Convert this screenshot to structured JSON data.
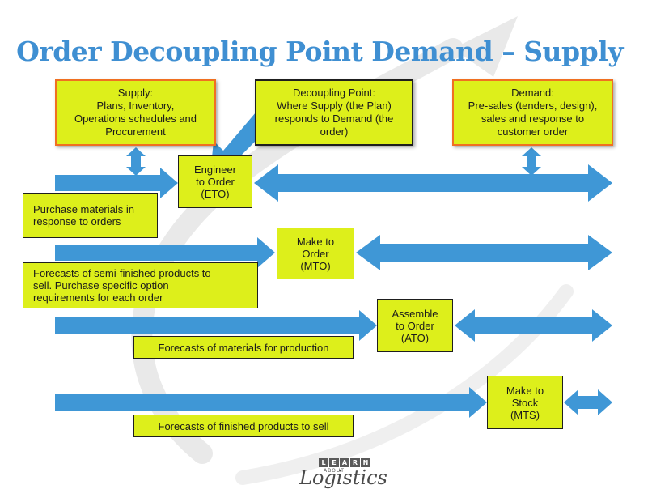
{
  "title": "Order Decoupling Point Demand – Supply",
  "supply_box": {
    "text": "Supply:\nPlans, Inventory,\nOperations schedules and\nProcurement"
  },
  "decoupling_box": {
    "text": "Decoupling Point:\nWhere Supply (the Plan)\nresponds to Demand (the\norder)"
  },
  "demand_box": {
    "text": "Demand:\nPre-sales (tenders, design),\nsales and response to\ncustomer order"
  },
  "strategies": [
    {
      "text": "Engineer\nto Order\n(ETO)"
    },
    {
      "text": "Make to\nOrder\n(MTO)"
    },
    {
      "text": "Assemble\nto Order\n(ATO)"
    },
    {
      "text": "Make to\nStock\n(MTS)"
    }
  ],
  "notes": [
    {
      "text": "Purchase materials in\nresponse to orders"
    },
    {
      "text": "Forecasts of semi-finished products to\nsell. Purchase specific option\nrequirements for each order"
    },
    {
      "text": "Forecasts of materials for production"
    },
    {
      "text": "Forecasts of finished products to sell"
    }
  ],
  "logo": {
    "letters": [
      "L",
      "E",
      "A",
      "R",
      "N"
    ],
    "about": "ABOUT",
    "word": "Logistics"
  },
  "colors": {
    "arrow": "#3f97d6",
    "title": "#3f8fd2",
    "box_fill": "#ddef1b",
    "top_box_border": "#f07021"
  }
}
